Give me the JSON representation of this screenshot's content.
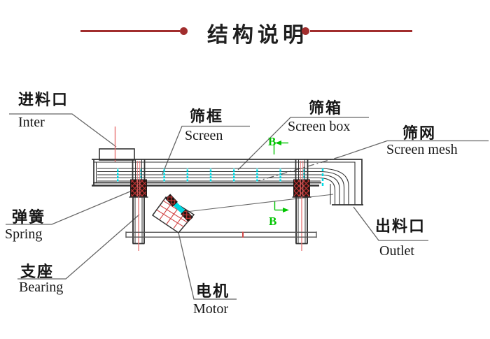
{
  "header": {
    "title": "结构说明"
  },
  "labels": {
    "inlet": {
      "cn": "进料口",
      "en": "Inter"
    },
    "screen_frame": {
      "cn": "筛框",
      "en": "Screen"
    },
    "screen_box": {
      "cn": "筛箱",
      "en": "Screen box"
    },
    "screen_mesh": {
      "cn": "筛网",
      "en": "Screen mesh"
    },
    "spring": {
      "cn": "弹簧",
      "en": "Spring"
    },
    "bearing": {
      "cn": "支座",
      "en": "Bearing"
    },
    "motor": {
      "cn": "电机",
      "en": "Motor"
    },
    "outlet": {
      "cn": "出料口",
      "en": "Outlet"
    }
  },
  "section_marks": {
    "top": "B",
    "bottom": "B"
  },
  "colors": {
    "accent": "#a12d2d",
    "mesh_tick_cyan": "#00dce6",
    "centerline_red": "#e87272",
    "section_green": "#00c400",
    "hatch_red": "#c13535",
    "machine_line": "#333333",
    "leader_gray": "#666666"
  }
}
